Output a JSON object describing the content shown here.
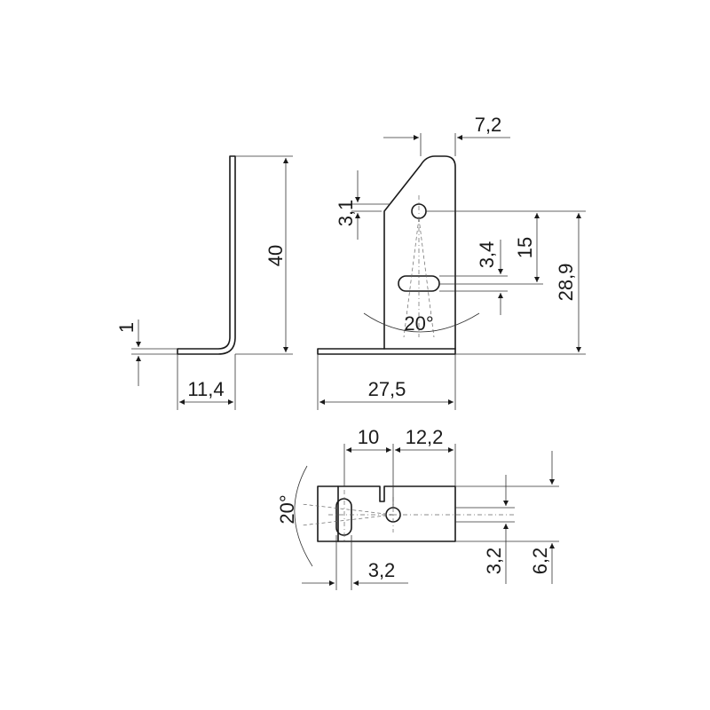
{
  "dimensions": {
    "thickness": "1",
    "height_side": "40",
    "leg_side": "11,4",
    "top_width": "7,2",
    "hole_offset": "3,1",
    "slot_width": "3,4",
    "hole_to_slot": "15",
    "hole_height": "28,9",
    "angle_front": "20°",
    "base_length": "27,5",
    "top_hole_x": "10",
    "top_slot_x": "12,2",
    "angle_top": "20°",
    "slot_len": "3,2",
    "hole_y": "3,2",
    "width_top": "6,2"
  }
}
